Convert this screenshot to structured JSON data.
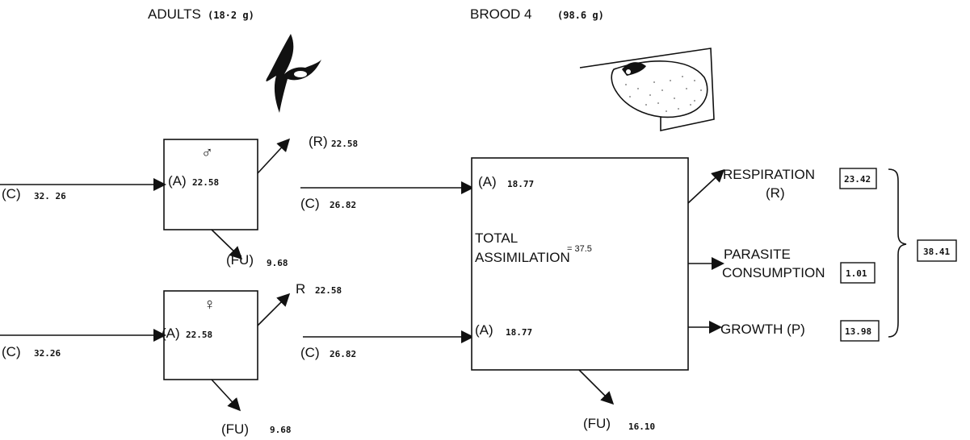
{
  "headers": {
    "adults": "ADULTS",
    "adults_mass": "(18·2 g)",
    "brood": "BROOD  4",
    "brood_mass": "(98.6 g)"
  },
  "male": {
    "symbol": "♂",
    "input_label": "(C)",
    "input_value": "32. 26",
    "assim_label": "(A)",
    "assim_value": "22.58",
    "resp_label": "(R)",
    "resp_value": "22.58",
    "fu_label": "(FU)",
    "fu_value": "9.68"
  },
  "female": {
    "symbol": "♀",
    "input_label": "(C)",
    "input_value": "32.26",
    "assim_label": "(A)",
    "assim_value": "22.58",
    "resp_label": "R",
    "resp_value": "22.58",
    "fu_label": "(FU)",
    "fu_value": "9.68"
  },
  "brood_inputs": {
    "top_c_label": "(C)",
    "top_c_value": "26.82",
    "bottom_c_label": "(C)",
    "bottom_c_value": "26.82",
    "top_a_label": "(A)",
    "top_a_value": "18.77",
    "bottom_a_label": "(A)",
    "bottom_a_value": "18.77"
  },
  "total": {
    "line1": "TOTAL",
    "line2": "ASSIMILATION",
    "value": "= 37.5"
  },
  "brood_fu": {
    "label": "(FU)",
    "value": "16.10"
  },
  "outputs": {
    "respiration_line1": "RESPIRATION",
    "respiration_line2": "(R)",
    "respiration_value": "23.42",
    "parasite_line1": "PARASITE",
    "parasite_line2": "CONSUMPTION",
    "parasite_value": "1.01",
    "growth_label": "GROWTH (P)",
    "growth_value": "13.98",
    "total_value": "38.41"
  },
  "icons": {
    "bird": "swallow-bird-icon",
    "nest": "mud-nest-icon"
  }
}
